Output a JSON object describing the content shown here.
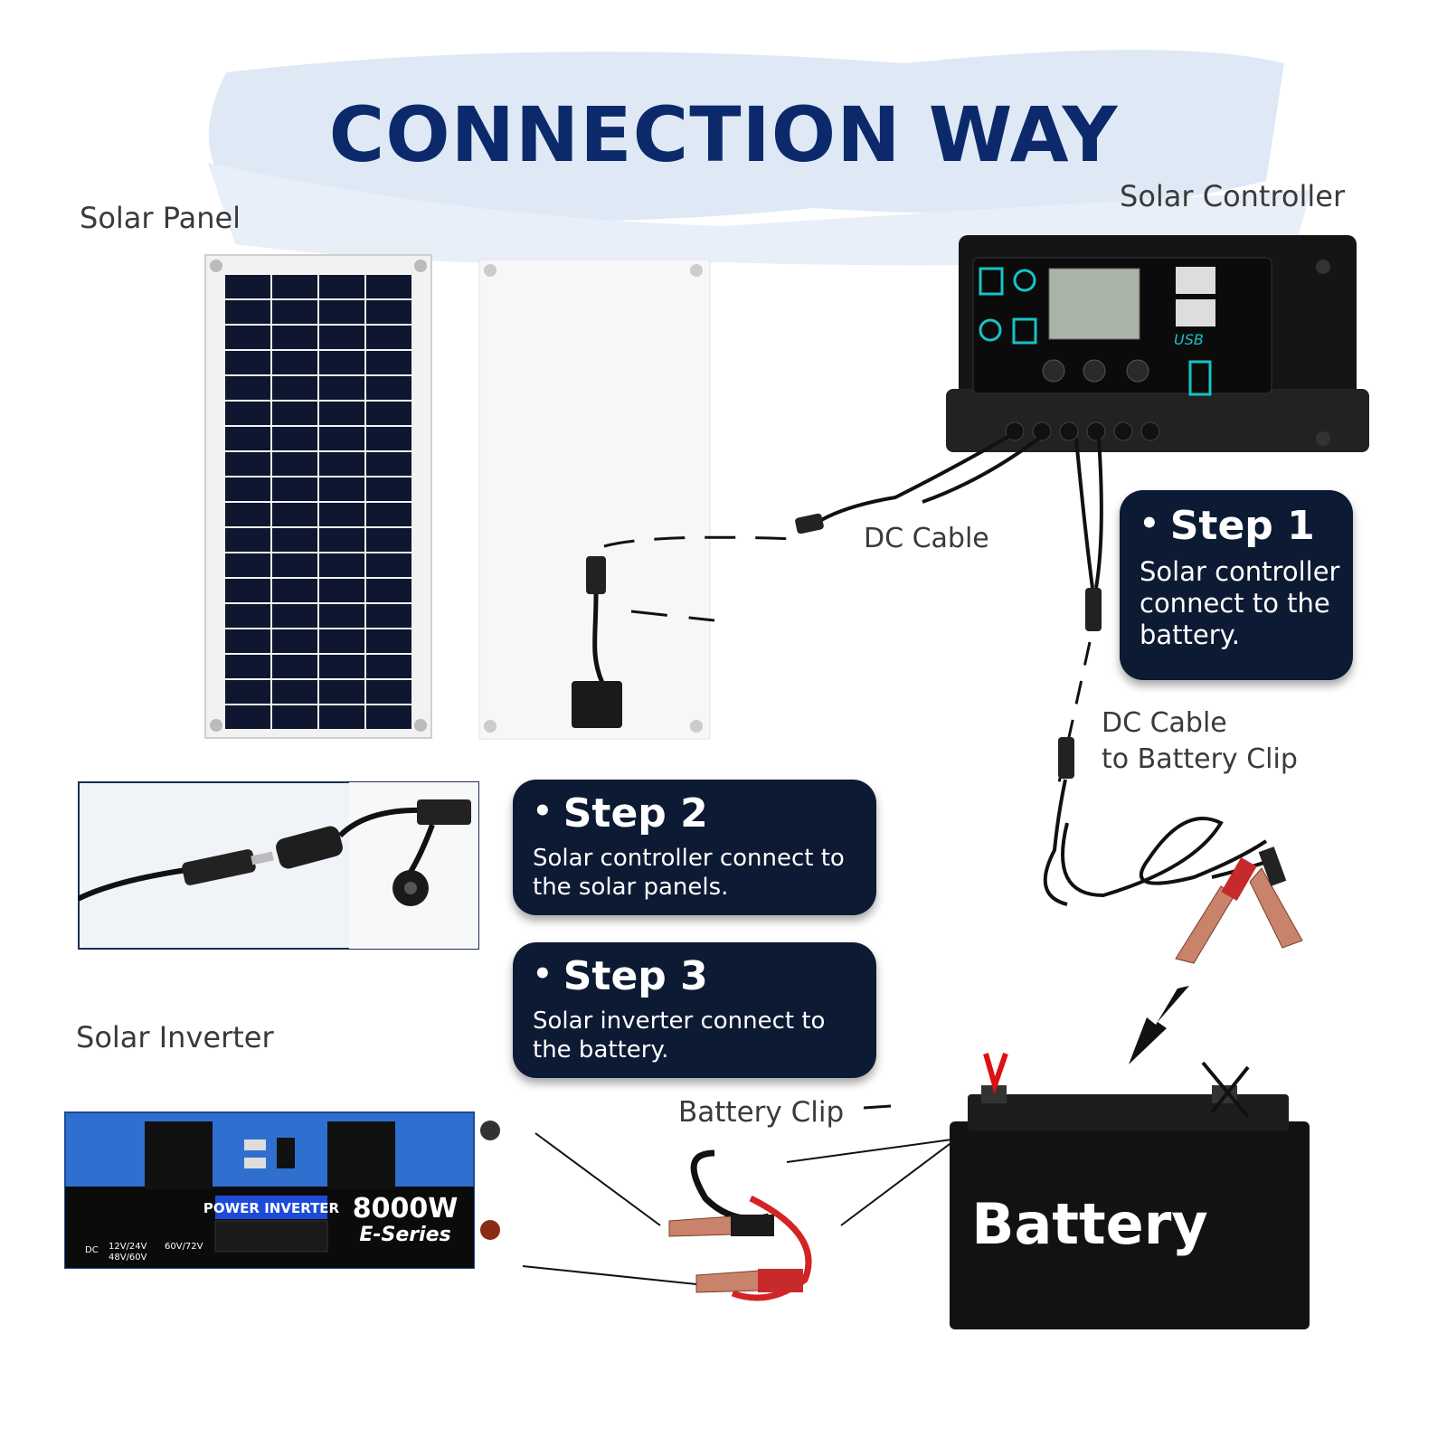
{
  "title": "CONNECTION WAY",
  "labels": {
    "solar_panel": "Solar Panel",
    "solar_controller": "Solar Controller",
    "dc_cable": "DC Cable",
    "dc_cable_to_battery_clip_line1": "DC Cable",
    "dc_cable_to_battery_clip_line2": "to Battery Clip",
    "solar_inverter": "Solar Inverter",
    "battery_clip": "Battery Clip"
  },
  "steps": [
    {
      "title": "Step 1",
      "text": "Solar controller connect to the battery."
    },
    {
      "title": "Step 2",
      "text": "Solar controller connect to the solar panels."
    },
    {
      "title": "Step 3",
      "text": "Solar inverter connect to the battery."
    }
  ],
  "inverter": {
    "brand_text": "POWER INVERTER",
    "power": "8000W",
    "series": "E-Series",
    "voltage_label": "DC",
    "voltage_opt1": "12V/24V",
    "voltage_opt2": "60V/72V",
    "voltage_opt3": "48V/60V"
  },
  "controller": {
    "usb_label": "USB"
  },
  "battery": {
    "label": "Battery"
  },
  "colors": {
    "title": "#0c2a6b",
    "card": "#0c1a33",
    "wash": "#dde8f5",
    "inverter_body": "#2f6fd0"
  }
}
